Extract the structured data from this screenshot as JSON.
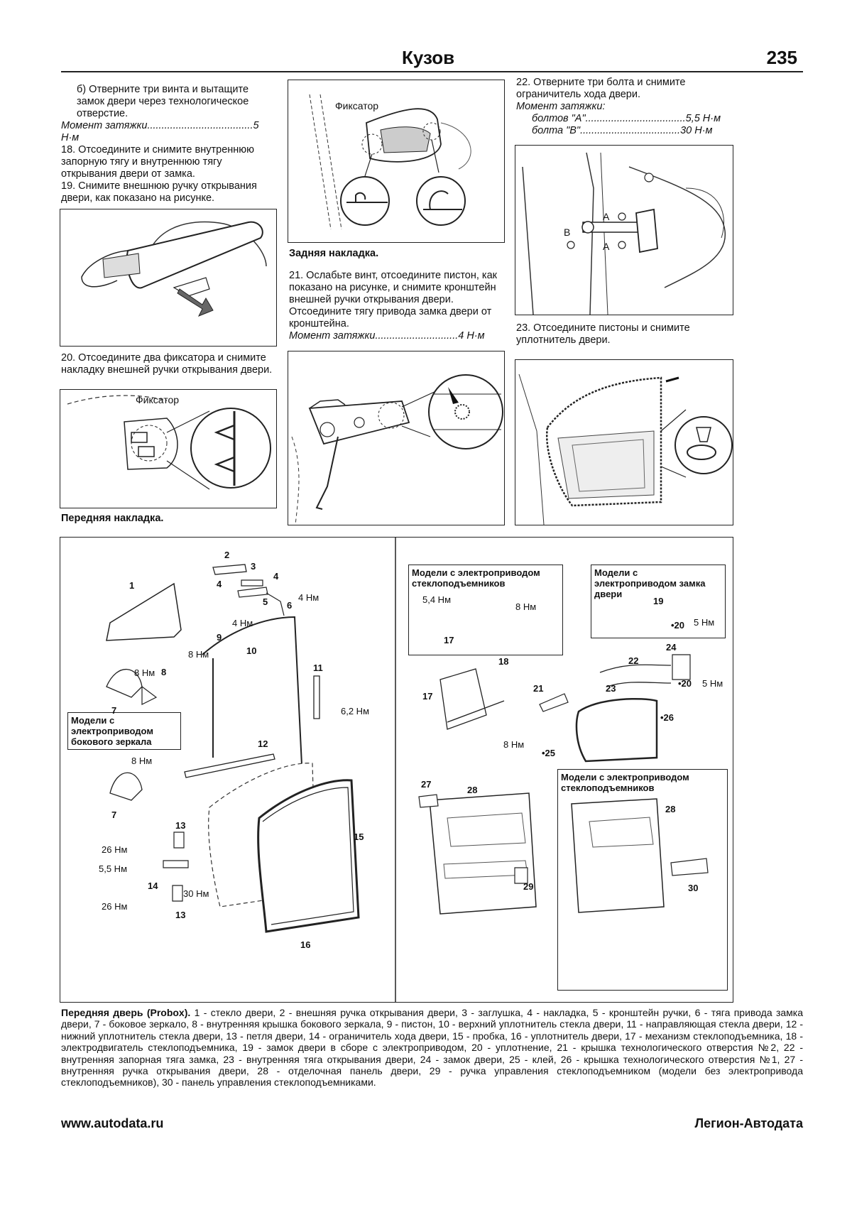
{
  "header": {
    "title": "Кузов",
    "page_number": "235"
  },
  "col1": {
    "step_b": "б) Отверните три винта и вытащите замок двери через технологическое отверстие.",
    "torque_b_label": "Момент затяжки",
    "torque_b_value": "5 Н·м",
    "step18": "18. Отсоедините и снимите внутреннюю запорную тягу и внутреннюю тягу открывания двери от замка.",
    "step19": "19. Снимите внешнюю ручку открывания двери, как показано на рисунке.",
    "step20": "20. Отсоедините два фиксатора и снимите накладку внешней ручки открывания двери.",
    "fig20_label": "Фиксатор",
    "fig20_caption": "Передняя накладка."
  },
  "col2": {
    "fig_label": "Фиксатор",
    "fig_caption": "Задняя накладка.",
    "step21": "21. Ослабьте винт, отсоедините пистон, как показано на рисунке, и снимите кронштейн внешней ручки открывания двери. Отсоедините тягу привода замка двери от кронштейна.",
    "torque21_label": "Момент затяжки",
    "torque21_value": "4 Н·м"
  },
  "col3": {
    "step22": "22. Отверните три болта и снимите ограничитель хода двери.",
    "torque_label": "Момент затяжки:",
    "torque_a_label": "болтов \"A\"",
    "torque_a_value": "5,5 Н·м",
    "torque_b_label": "болта \"B\"",
    "torque_b_value": "30 Н·м",
    "fig_a": "A",
    "fig_a2": "A",
    "fig_b": "B",
    "step23": "23. Отсоедините пистоны и снимите уплотнитель двери."
  },
  "big_figure": {
    "left": {
      "nums": [
        "1",
        "2",
        "3",
        "4",
        "4",
        "5",
        "6",
        "7",
        "7",
        "8",
        "9",
        "10",
        "11",
        "12",
        "13",
        "13",
        "14",
        "15",
        "16"
      ],
      "torques": [
        "4 Нм",
        "4 Нм",
        "8 Нм",
        "8 Нм",
        "6,2 Нм",
        "8 Нм",
        "26 Нм",
        "5,5 Нм",
        "30 Нм",
        "26 Нм"
      ],
      "mirror_box": "Модели с электроприводом бокового зеркала"
    },
    "right": {
      "box1": "Модели с электроприводом стеклоподъемников",
      "box2": "Модели с электроприводом замка двери",
      "box3": "Модели с электроприводом стеклоподъемников",
      "nums": [
        "17",
        "18",
        "19",
        "•20",
        "22",
        "24",
        "•20",
        "23",
        "21",
        "17",
        "•26",
        "•25",
        "27",
        "28",
        "29",
        "28",
        "30"
      ],
      "torques": [
        "5,4 Нм",
        "8 Нм",
        "5 Нм",
        "5 Нм",
        "8 Нм"
      ]
    }
  },
  "legend": {
    "title": "Передняя дверь (Probox).",
    "text": "1 - стекло двери, 2 - внешняя ручка открывания двери, 3 - заглушка, 4 - накладка, 5 - кронштейн ручки, 6 - тяга привода замка двери, 7 - боковое зеркало, 8 - внутренняя крышка бокового зеркала, 9 - пистон, 10 - верхний уплотнитель стекла двери, 11 - направляющая стекла двери, 12 - нижний уплотнитель стекла двери, 13 - петля двери, 14 - ограничитель хода двери, 15 - пробка, 16 - уплотнитель двери, 17 - механизм стеклоподъемника, 18 - электродвигатель стеклоподъемника, 19 - замок двери в сборе с электроприводом, 20 - уплотнение, 21 - крышка технологического отверстия №2, 22 - внутренняя запорная тяга замка, 23 - внутренняя тяга открывания двери, 24 - замок двери, 25 - клей, 26 - крышка технологического отверстия №1, 27 - внутренняя ручка открывания двери, 28 - отделочная панель двери, 29 - ручка управления стеклоподъемником (модели без электропривода стеклоподъемников), 30 - панель управления стеклоподъемниками."
  },
  "footer": {
    "left": "www.autodata.ru",
    "right": "Легион-Автодата"
  }
}
